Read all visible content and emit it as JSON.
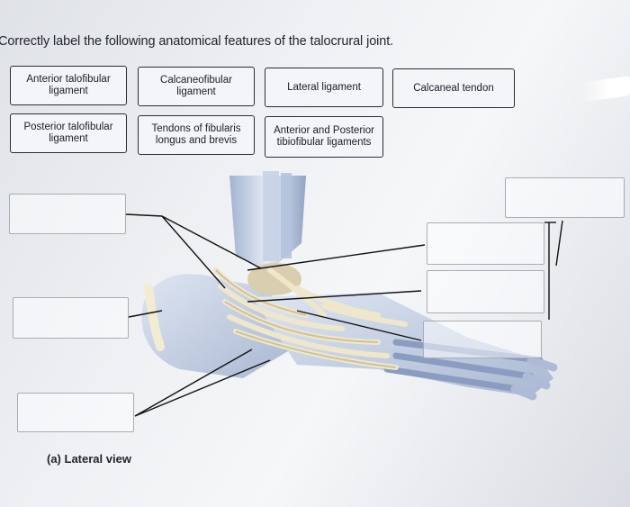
{
  "instruction": "Correctly label the following anatomical features of the talocrural joint.",
  "terms": [
    {
      "id": "anterior-talofibular-ligament",
      "line1": "Anterior talofibular",
      "line2": "ligament"
    },
    {
      "id": "calcaneofibular-ligament",
      "line1": "Calcaneofibular",
      "line2": "ligament"
    },
    {
      "id": "lateral-ligament",
      "line1": "Lateral ligament",
      "line2": ""
    },
    {
      "id": "calcaneal-tendon",
      "line1": "Calcaneal tendon",
      "line2": ""
    },
    {
      "id": "posterior-talofibular-ligament",
      "line1": "Posterior talofibular",
      "line2": "ligament"
    },
    {
      "id": "tendons-of-fibularis",
      "line1": "Tendons of fibularis",
      "line2": "longus and brevis"
    },
    {
      "id": "anterior-posterior-tibiofibular",
      "line1": "Anterior and Posterior",
      "line2": "tibiofibular ligaments"
    }
  ],
  "caption": "(a) Lateral view",
  "colors": {
    "border": "#2a2d33",
    "bone": "#c9d4e6",
    "ligament": "#efe8cf",
    "shadow": "#8fa0bd"
  }
}
